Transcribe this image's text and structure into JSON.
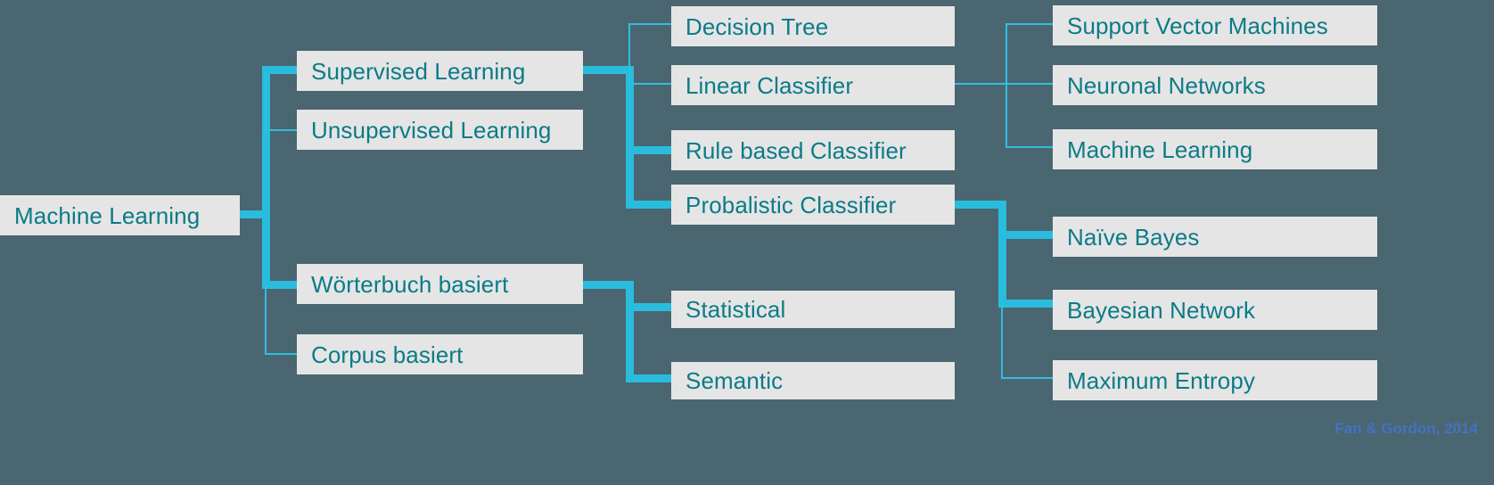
{
  "diagram": {
    "title": "Machine Learning taxonomy tree",
    "background_color": "#4a6670",
    "node_fill": "#e5e5e5",
    "node_text_color": "#0b7b87",
    "connector_color": "#29bcdd",
    "credit_color": "#4472c4",
    "credit": "Fan & Gordon, 2014",
    "nodes": {
      "root": "Machine Learning",
      "supervised_learning": "Supervised Learning",
      "unsupervised_learning": "Unsupervised Learning",
      "woerterbuch_basiert": "Wörterbuch basiert",
      "corpus_basiert": "Corpus basiert",
      "decision_tree": "Decision Tree",
      "linear_classifier": "Linear Classifier",
      "rule_based_classifier": "Rule based Classifier",
      "probalistic_classifier": "Probalistic Classifier",
      "statistical": "Statistical",
      "semantic": "Semantic",
      "support_vector_machines": "Support Vector Machines",
      "neuronal_networks": "Neuronal Networks",
      "machine_learning_leaf": "Machine Learning",
      "naive_bayes": "Naïve Bayes",
      "bayesian_network": "Bayesian Network",
      "maximum_entropy": "Maximum Entropy"
    }
  }
}
